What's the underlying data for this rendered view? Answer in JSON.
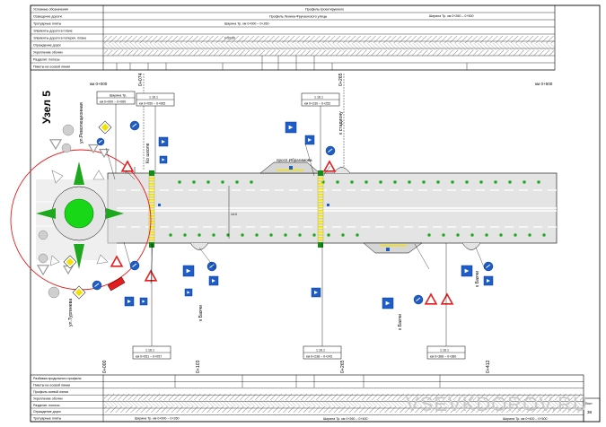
{
  "top_table": {
    "rows": [
      {
        "label": "Условные обозначения",
        "value": "Профиль проектируемого"
      },
      {
        "label": "Освещение дороги",
        "value": "Профиль Ленина-Фрунзенского улицы"
      },
      {
        "label": "Тротуарные плиты",
        "value": "Ширина Тр. км 0+000 – 0+260"
      },
      {
        "label": "Элементы дороги в плане",
        "value": ""
      },
      {
        "label": "Элементы дороги в попереч. плане",
        "value": "i=3/100"
      },
      {
        "label": "Ограждение дорог",
        "value": ""
      },
      {
        "label": "Укрепление обочин",
        "value": ""
      },
      {
        "label": "Разделит. полосы",
        "value": ""
      },
      {
        "label": "Пикеты на осевой линии",
        "value": ""
      }
    ],
    "right_value": "Ширина Тр. км 0+260 – 0+500"
  },
  "bottom_table": {
    "rows": [
      {
        "label": "Разбивка продольного профиля",
        "value": ""
      },
      {
        "label": "Пикеты на осевой линии",
        "value": ""
      },
      {
        "label": "Профиль осевой линии",
        "value": ""
      },
      {
        "label": "Укрепление обочин",
        "value": ""
      },
      {
        "label": "Разделит. полосы",
        "value": ""
      },
      {
        "label": "Ограждение дорог",
        "value": ""
      },
      {
        "label": "Тротуарные плиты",
        "value": "Ширина Тр. км 0+000 – 0+260"
      }
    ],
    "mid_value": "Ширина Тр. км 0+260 – 0+400",
    "right_value": "Ширина Тр. км 0+400 – 0+500"
  },
  "stations": {
    "start": "км 0+000",
    "end": "км 0+500",
    "mid_top": "0+265",
    "left_top": "0+074",
    "bot_left": "0+000",
    "bot_mid1": "0+103",
    "bot_mid2": "0+265",
    "bot_right": "0+412"
  },
  "callouts_top": [
    {
      "title": "Ширина Тр.",
      "range": "км 0+000 – 0+060"
    },
    {
      "title": "1.16.1",
      "range": "км 0+050 – 0+065"
    },
    {
      "title": "1.16.1",
      "range": "км 0+230 – 0+252"
    }
  ],
  "callouts_bottom": [
    {
      "title": "1.16.1",
      "range": "км 0+051 – 0+057"
    },
    {
      "title": "1.16.1",
      "range": "км 0+238 – 0+242"
    },
    {
      "title": "1.16.1",
      "range": "км 0+368 – 0+380"
    }
  ],
  "labels": {
    "node": "Узел 5",
    "street_cross": "просп.Ибрагимова",
    "street_vert_left": "ул.Революционная",
    "street_vert_right": "к стадиону",
    "street_bottom": "ул.Тургенева",
    "road_mid": "Ко школе",
    "stadium": "к стадиону",
    "branch_low1": "к Бахчи",
    "branch_low2": "к Бахчи",
    "branch_low3": "к Бахчи",
    "sheet": "Лист",
    "sheet_num": "38"
  },
  "watermark": "VSEVKDOROV.RU",
  "colors": {
    "island": "#17d717",
    "green_arrow": "#1ea81e",
    "circle": "#e41e1e",
    "yellow": "#f2e200",
    "green_stripe": "#168a16",
    "blue_sign": "#1e5cc8",
    "road": "#e4e4e4"
  }
}
